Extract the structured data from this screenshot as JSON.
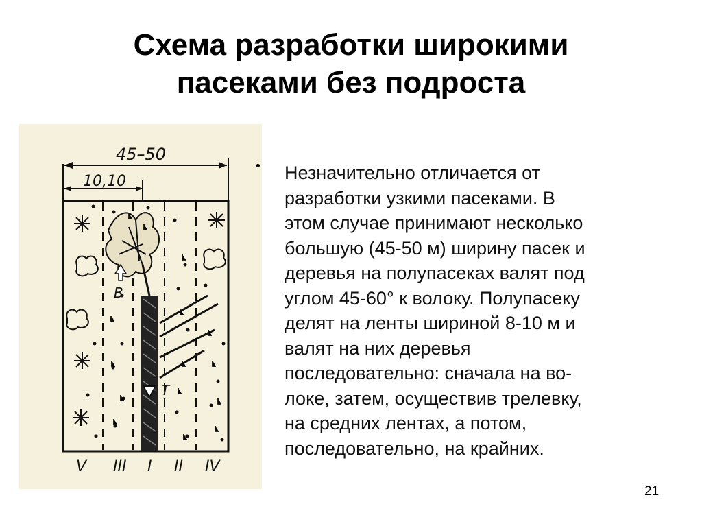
{
  "slide": {
    "title_lines": [
      "Схема разработки широкими",
      "пасеками без подроста"
    ],
    "body_lines": [
      "Незначительно отличается от",
      "разработки узкими пасеками. В",
      "этом случае принимают несколько",
      "большую (45-50 м) ширину пасек и",
      "деревья на полупасеках валят под",
      "углом 45-60° к волоку. Полупасеку",
      "делят на ленты шириной 8-10 м и",
      "валят на них деревья",
      "последовательно: сначала на во-",
      "локе, затем, осуществив трелевку,",
      "на средних лентах, а потом,",
      "последовательно, на крайних."
    ],
    "bullet": "•",
    "page_number": "21"
  },
  "diagram": {
    "dim_total": "45–50",
    "dim_strip": "10,10",
    "label_b": "В",
    "label_t": "Т",
    "strip_labels": [
      "V",
      "III",
      "I",
      "II",
      "IV"
    ]
  }
}
